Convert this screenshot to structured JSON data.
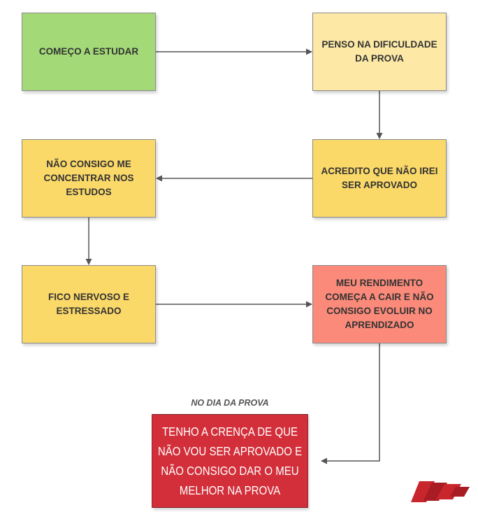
{
  "flowchart": {
    "nodes": [
      {
        "id": "n1",
        "text": "COMEÇO A ESTUDAR",
        "color": "#a3d977"
      },
      {
        "id": "n2",
        "text": "PENSO NA DIFICULDADE DA PROVA",
        "color": "#fde9a5"
      },
      {
        "id": "n3",
        "text": "ACREDITO QUE NÃO IREI SER APROVADO",
        "color": "#fbd969"
      },
      {
        "id": "n4",
        "text": "NÃO CONSIGO ME CONCENTRAR NOS ESTUDOS",
        "color": "#fbd969"
      },
      {
        "id": "n5",
        "text": "FICO NERVOSO E ESTRESSADO",
        "color": "#fbd969"
      },
      {
        "id": "n6",
        "text": "MEU RENDIMENTO COMEÇA A CAIR E NÃO CONSIGO EVOLUIR NO APRENDIZADO",
        "color": "#fb8a7a"
      },
      {
        "id": "n7",
        "text": "TENHO A CRENÇA DE QUE NÃO VOU SER APROVADO E NÃO CONSIGO DAR O MEU MELHOR NA PROVA",
        "color": "#d32f3a"
      }
    ],
    "edges": [
      {
        "from": "n1",
        "to": "n2"
      },
      {
        "from": "n2",
        "to": "n3"
      },
      {
        "from": "n3",
        "to": "n4"
      },
      {
        "from": "n4",
        "to": "n5"
      },
      {
        "from": "n5",
        "to": "n6"
      },
      {
        "from": "n6",
        "to": "n7"
      }
    ],
    "caption": "NO DIA DA PROVA",
    "arrow_color": "#555555"
  },
  "logo": {
    "icon": "red-stripes-logo-icon",
    "color": "#c9252d"
  }
}
